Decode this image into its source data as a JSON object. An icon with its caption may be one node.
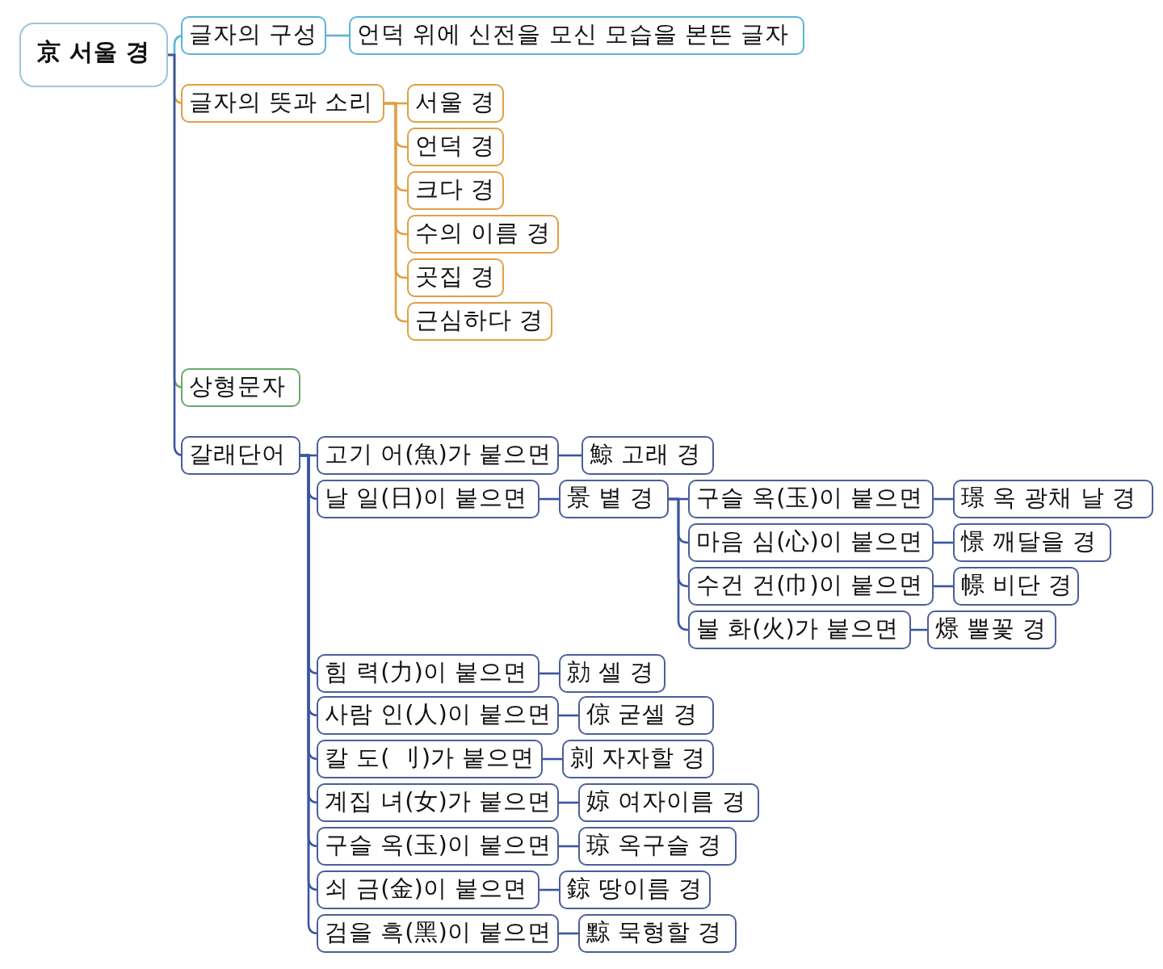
{
  "diagram": {
    "nodes": [
      {
        "text": [
          "京 서울 경"
        ]
      },
      {
        "text": [
          "글자의 구성"
        ]
      },
      {
        "text": [
          "언덕 위에 신전을 모신 모습을 본뜬 글자"
        ]
      },
      {
        "text": [
          "글자의 뜻과 소리"
        ]
      },
      {
        "text": [
          "서울 경"
        ]
      },
      {
        "text": [
          "언덕 경"
        ]
      },
      {
        "text": [
          "크다 경"
        ]
      },
      {
        "text": [
          "수의 이름 경"
        ]
      },
      {
        "text": [
          "곳집 경"
        ]
      },
      {
        "text": [
          "근심하다 경"
        ]
      },
      {
        "text": [
          "상형문자"
        ]
      },
      {
        "text": [
          "갈래단어"
        ]
      },
      {
        "text": [
          "고기 어(魚)가 붙으면"
        ]
      },
      {
        "text": [
          "鯨 고래 경"
        ]
      },
      {
        "text": [
          "날 일(日)이 붙으면"
        ]
      },
      {
        "text": [
          "景 볕 경"
        ]
      },
      {
        "text": [
          "구슬 옥(玉)이 붙으면"
        ]
      },
      {
        "text": [
          "璟 옥 광채 날 경"
        ]
      },
      {
        "text": [
          "마음 심(心)이 붙으면"
        ]
      },
      {
        "text": [
          "憬 깨달을 경"
        ]
      },
      {
        "text": [
          "수건 건(巾)이 붙으면"
        ]
      },
      {
        "text": [
          "幜 비단 경"
        ]
      },
      {
        "text": [
          "불 화(火)가 붙으면"
        ]
      },
      {
        "text": [
          "燝 뿔꽃 경"
        ]
      },
      {
        "text": [
          "힘 력(力)이 붙으면"
        ]
      },
      {
        "text": [
          "勍 셀 경"
        ]
      },
      {
        "text": [
          "사람 인(人)이 붙으면"
        ]
      },
      {
        "text": [
          "倞 굳셀 경"
        ]
      },
      {
        "text": [
          "칼 도( 刂)가 붙으면"
        ]
      },
      {
        "text": [
          "剠 자자할 경"
        ]
      },
      {
        "text": [
          "계집 녀(女)가 붙으면"
        ]
      },
      {
        "text": [
          "婛 여자이름 경"
        ]
      },
      {
        "text": [
          "구슬 옥(玉)이 붙으면"
        ]
      },
      {
        "text": [
          "琼 옥구슬 경"
        ]
      },
      {
        "text": [
          "쇠 금(金)이 붙으면"
        ]
      },
      {
        "text": [
          "鍄 땅이름 경"
        ]
      },
      {
        "text": [
          "검을 흑(黑)이 붙으면"
        ]
      },
      {
        "text": [
          "黥 묵형할 경"
        ]
      }
    ],
    "edges": [
      {
        "from": 0,
        "to": 1,
        "arrow": "none",
        "color": "#5ab4d6"
      },
      {
        "from": 1,
        "to": 2,
        "arrow": "none",
        "color": "#5ab4d6"
      },
      {
        "from": 0,
        "to": 3,
        "arrow": "none",
        "color": "#e0a045"
      },
      {
        "from": 3,
        "to": 4,
        "arrow": "none",
        "color": "#e0a045"
      },
      {
        "from": 3,
        "to": 5,
        "arrow": "none",
        "color": "#e0a045"
      },
      {
        "from": 3,
        "to": 6,
        "arrow": "none",
        "color": "#e0a045"
      },
      {
        "from": 3,
        "to": 7,
        "arrow": "none",
        "color": "#e0a045"
      },
      {
        "from": 3,
        "to": 8,
        "arrow": "none",
        "color": "#e0a045"
      },
      {
        "from": 3,
        "to": 9,
        "arrow": "none",
        "color": "#e0a045"
      },
      {
        "from": 0,
        "to": 10,
        "arrow": "none",
        "color": "#6aa86a"
      },
      {
        "from": 0,
        "to": 11,
        "arrow": "none"
      },
      {
        "from": 11,
        "to": 12,
        "arrow": "none"
      },
      {
        "from": 12,
        "to": 13,
        "arrow": "none"
      },
      {
        "from": 11,
        "to": 14,
        "arrow": "none"
      },
      {
        "from": 14,
        "to": 15,
        "arrow": "none"
      },
      {
        "from": 15,
        "to": 16,
        "arrow": "none"
      },
      {
        "from": 16,
        "to": 17,
        "arrow": "none"
      },
      {
        "from": 15,
        "to": 18,
        "arrow": "none"
      },
      {
        "from": 18,
        "to": 19,
        "arrow": "none"
      },
      {
        "from": 15,
        "to": 20,
        "arrow": "none"
      },
      {
        "from": 20,
        "to": 21,
        "arrow": "none"
      },
      {
        "from": 15,
        "to": 22,
        "arrow": "none"
      },
      {
        "from": 22,
        "to": 23,
        "arrow": "none"
      },
      {
        "from": 11,
        "to": 24,
        "arrow": "none"
      },
      {
        "from": 24,
        "to": 25,
        "arrow": "none"
      },
      {
        "from": 11,
        "to": 26,
        "arrow": "none"
      },
      {
        "from": 26,
        "to": 27,
        "arrow": "none"
      },
      {
        "from": 11,
        "to": 28,
        "arrow": "none"
      },
      {
        "from": 28,
        "to": 29,
        "arrow": "none"
      },
      {
        "from": 11,
        "to": 30,
        "arrow": "none"
      },
      {
        "from": 30,
        "to": 31,
        "arrow": "none"
      },
      {
        "from": 11,
        "to": 32,
        "arrow": "none"
      },
      {
        "from": 32,
        "to": 33,
        "arrow": "none"
      },
      {
        "from": 11,
        "to": 34,
        "arrow": "none"
      },
      {
        "from": 34,
        "to": 35,
        "arrow": "none"
      },
      {
        "from": 11,
        "to": 36,
        "arrow": "none"
      },
      {
        "from": 36,
        "to": 37,
        "arrow": "none"
      }
    ]
  }
}
